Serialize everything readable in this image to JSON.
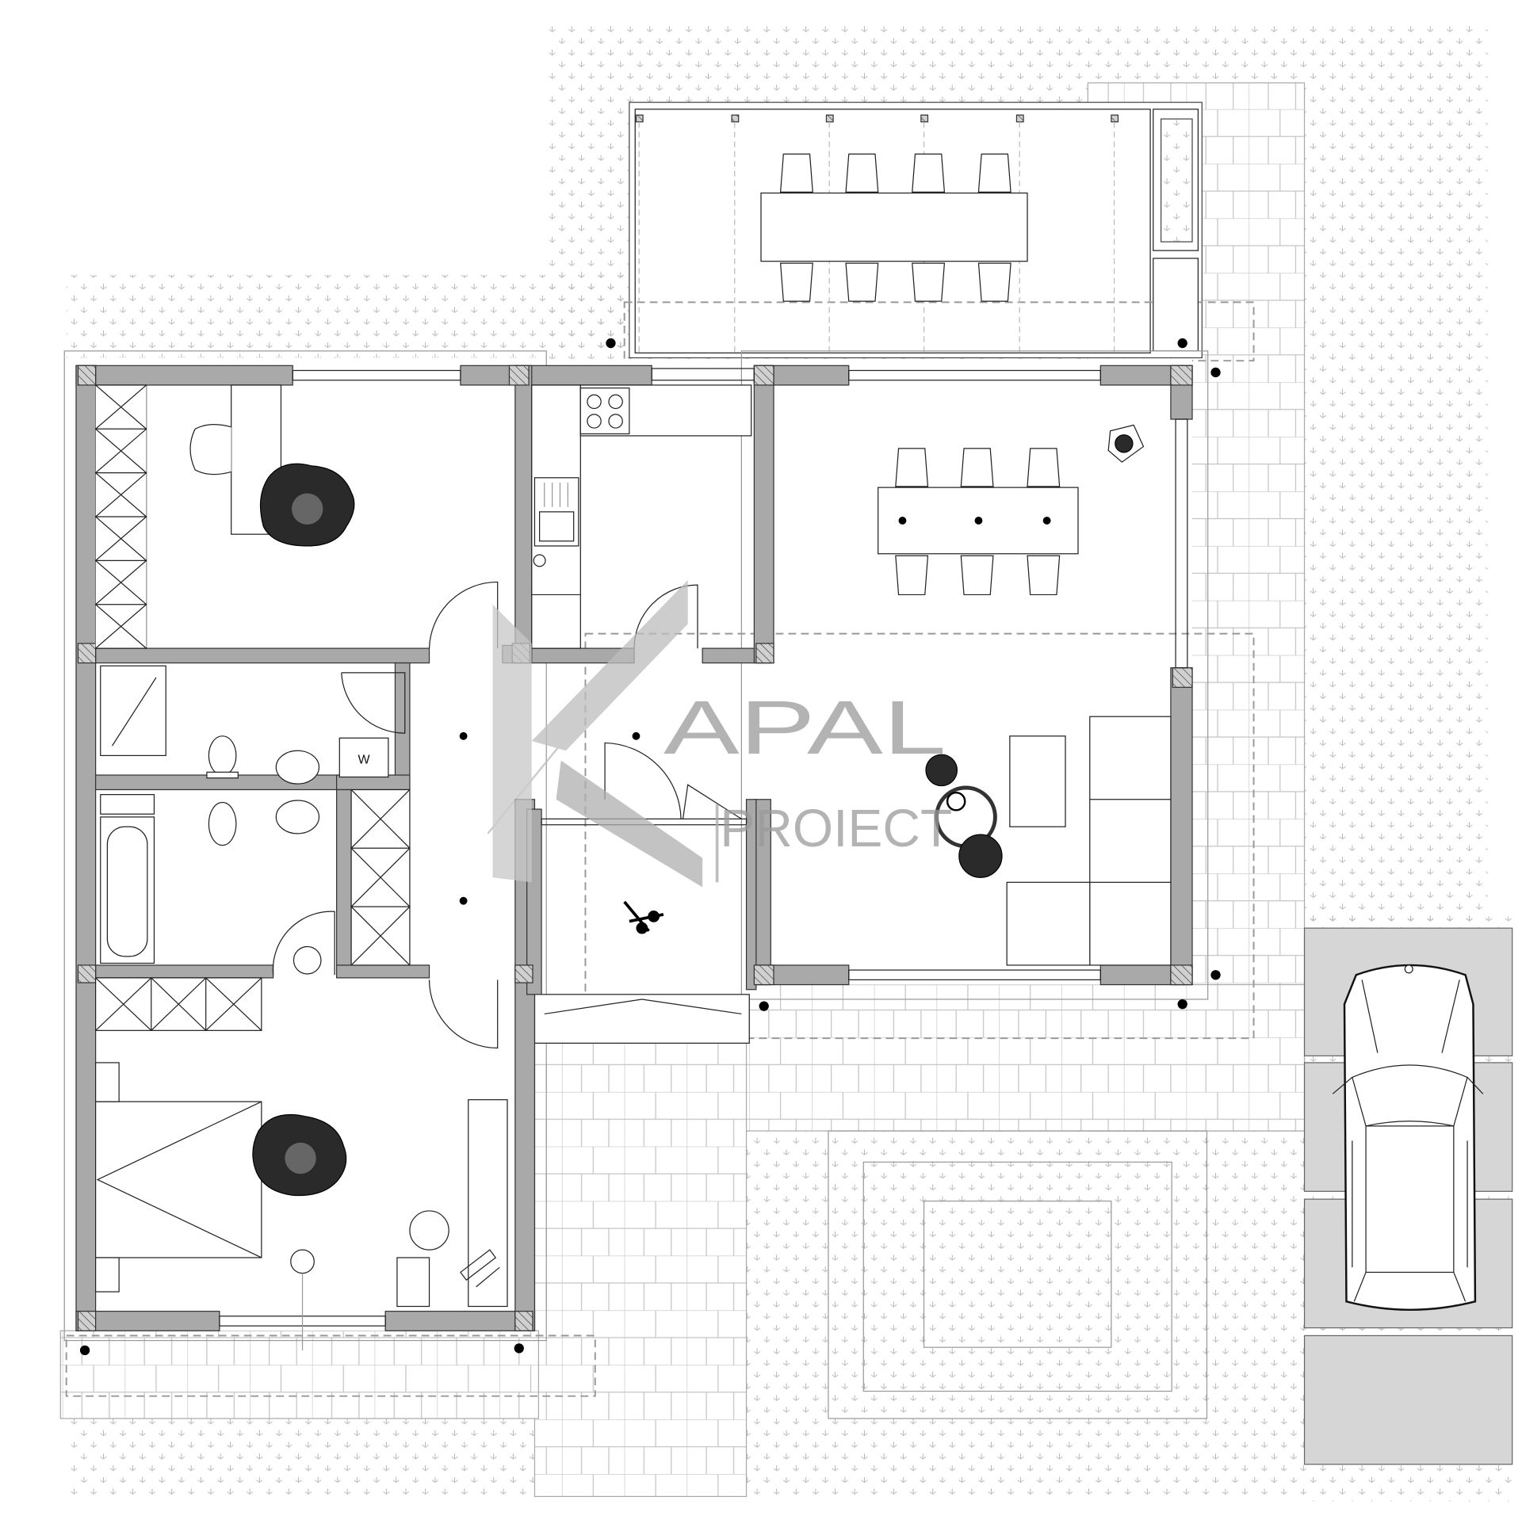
{
  "plan": {
    "washer_label": "W"
  },
  "watermark": {
    "line1": "APAL",
    "line2": "PROIECT"
  },
  "colors": {
    "wall": "#a9a9a9",
    "parking_slab": "#d6d6d6",
    "grass_mark": "#b5b5b5",
    "watermark": "#9a9a9a"
  }
}
